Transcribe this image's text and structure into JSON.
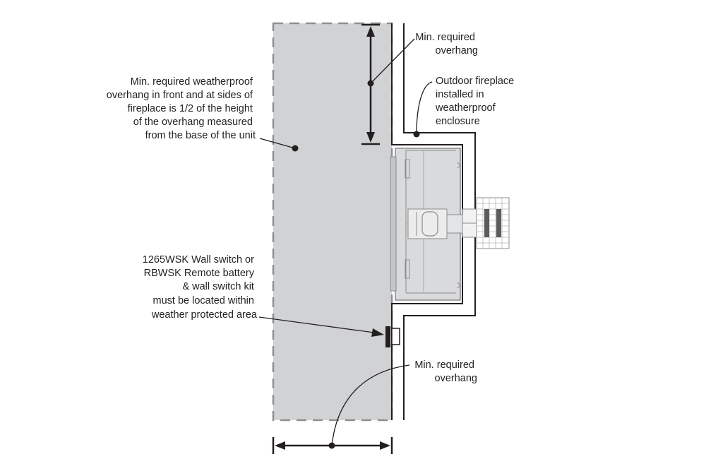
{
  "labels": {
    "overhang_note": [
      "Min. required weatherproof",
      "overhang in front and at sides of",
      "fireplace is 1/2 of the height",
      "of the overhang measured",
      "from the base of the unit"
    ],
    "min_overhang_top": [
      "Min. required",
      "overhang"
    ],
    "enclosure": [
      "Outdoor fireplace",
      "installed in",
      "weatherproof",
      "enclosure"
    ],
    "switch_note": [
      "1265WSK Wall switch or",
      "RBWSK Remote battery",
      "& wall switch kit",
      "must be located within",
      "weather protected area"
    ],
    "min_overhang_bottom": [
      "Min. required",
      "overhang"
    ]
  },
  "colors": {
    "overhang_fill": "#d1d2d4",
    "dash": "#8d8f92",
    "line": "#231f20",
    "unit_gray": "#8a8c8e"
  }
}
